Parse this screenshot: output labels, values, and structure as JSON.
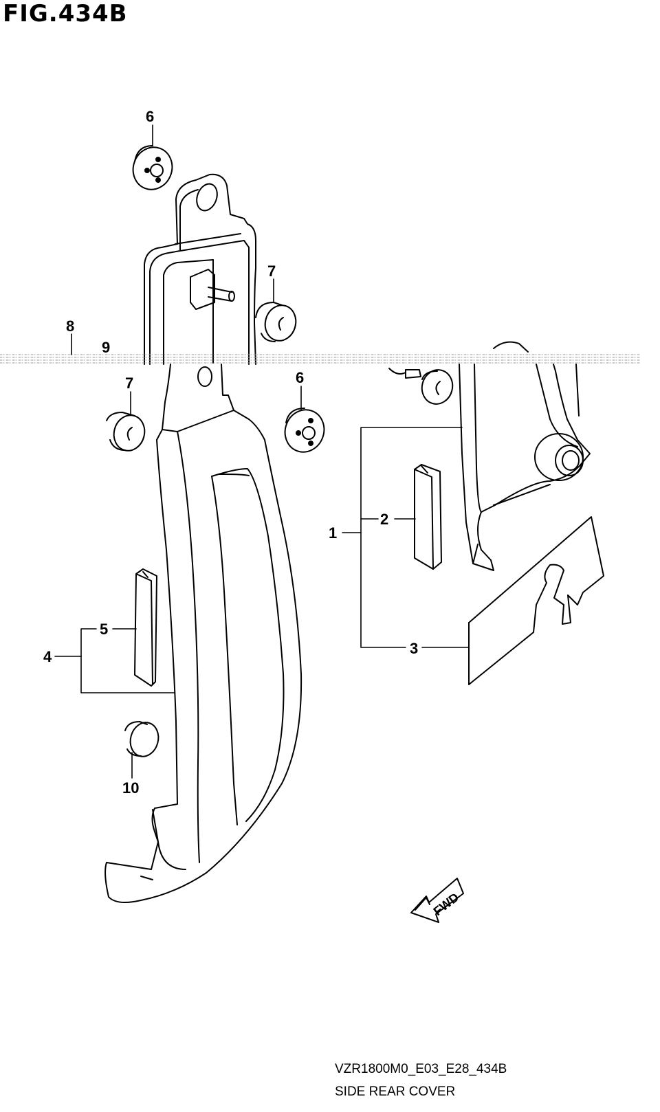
{
  "figure": {
    "title": "FIG.434B",
    "code": "VZR1800M0_E03_E28_434B",
    "name": "SIDE REAR COVER",
    "fwd_label": "FWD"
  },
  "callouts": {
    "c1": "1",
    "c2": "2",
    "c3": "3",
    "c4": "4",
    "c5": "5",
    "c6a": "6",
    "c6b": "6",
    "c7a": "7",
    "c7b": "7",
    "c8": "8",
    "c9": "9",
    "c10": "10"
  },
  "colors": {
    "ink": "#000000",
    "paper": "#ffffff",
    "arrow_fill": "#000000"
  }
}
